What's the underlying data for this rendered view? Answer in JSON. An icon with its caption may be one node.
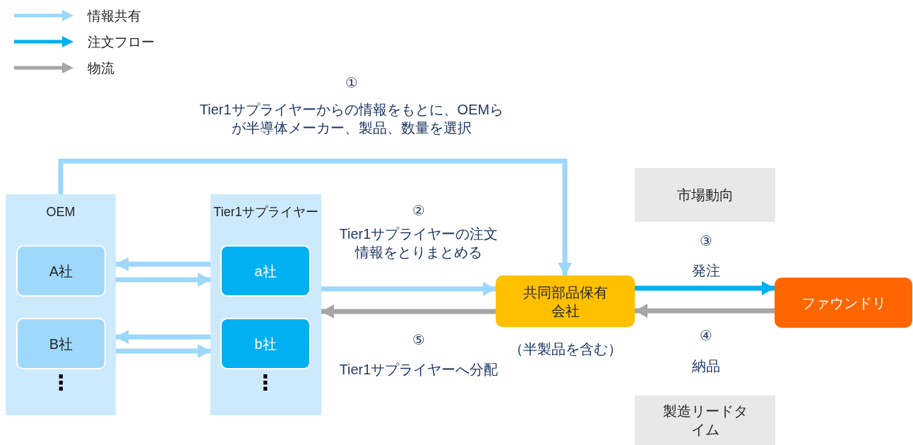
{
  "diagram": {
    "nodes": [
      {
        "text": [
          "OEM"
        ]
      },
      {
        "text": [
          "A社"
        ],
        "in": 0
      },
      {
        "text": [
          "B社"
        ],
        "in": 0,
        "beside": [
          "⋮"
        ]
      },
      {
        "text": [
          "Tier1サプライヤー"
        ]
      },
      {
        "text": [
          "a社"
        ],
        "in": 3
      },
      {
        "text": [
          "b社"
        ],
        "in": 3,
        "beside": [
          "⋮"
        ]
      },
      {
        "text": [
          "共同部品保有会社"
        ],
        "beside": [
          "（半製品を含む）"
        ]
      },
      {
        "text": [
          "市場動向"
        ]
      },
      {
        "text": [
          "ファウンドリ"
        ]
      },
      {
        "text": [
          "製造リードタイム"
        ]
      }
    ],
    "edges": [
      {
        "from": 0,
        "to": 6,
        "arrow": "to"
      },
      {
        "from": 3,
        "to": 0,
        "arrow": "to"
      },
      {
        "from": 0,
        "to": 3,
        "arrow": "to"
      },
      {
        "from": 3,
        "to": 0,
        "arrow": "to"
      },
      {
        "from": 0,
        "to": 3,
        "arrow": "to"
      },
      {
        "from": 3,
        "to": 6,
        "arrow": "to"
      },
      {
        "from": 6,
        "to": 3,
        "arrow": "to",
        "color": "#a6a6a6"
      },
      {
        "from": 6,
        "to": 8,
        "arrow": "to",
        "color": "#00b0f0"
      },
      {
        "from": 8,
        "to": 6,
        "arrow": "to",
        "color": "#a6a6a6"
      }
    ],
    "labels": [
      "①",
      "Tier1サプライヤーからの情報をもとに、OEMらが半導体メーカー、製品、数量を選択",
      "②",
      "Tier1サプライヤーの注文情報をとりまとめる",
      "③",
      "発注",
      "⑤",
      "Tier1サプライヤーへ分配",
      "④",
      "納品"
    ],
    "legend": [
      {
        "text": "情報共有"
      },
      {
        "text": "注文フロー"
      },
      {
        "text": "物流"
      }
    ]
  }
}
